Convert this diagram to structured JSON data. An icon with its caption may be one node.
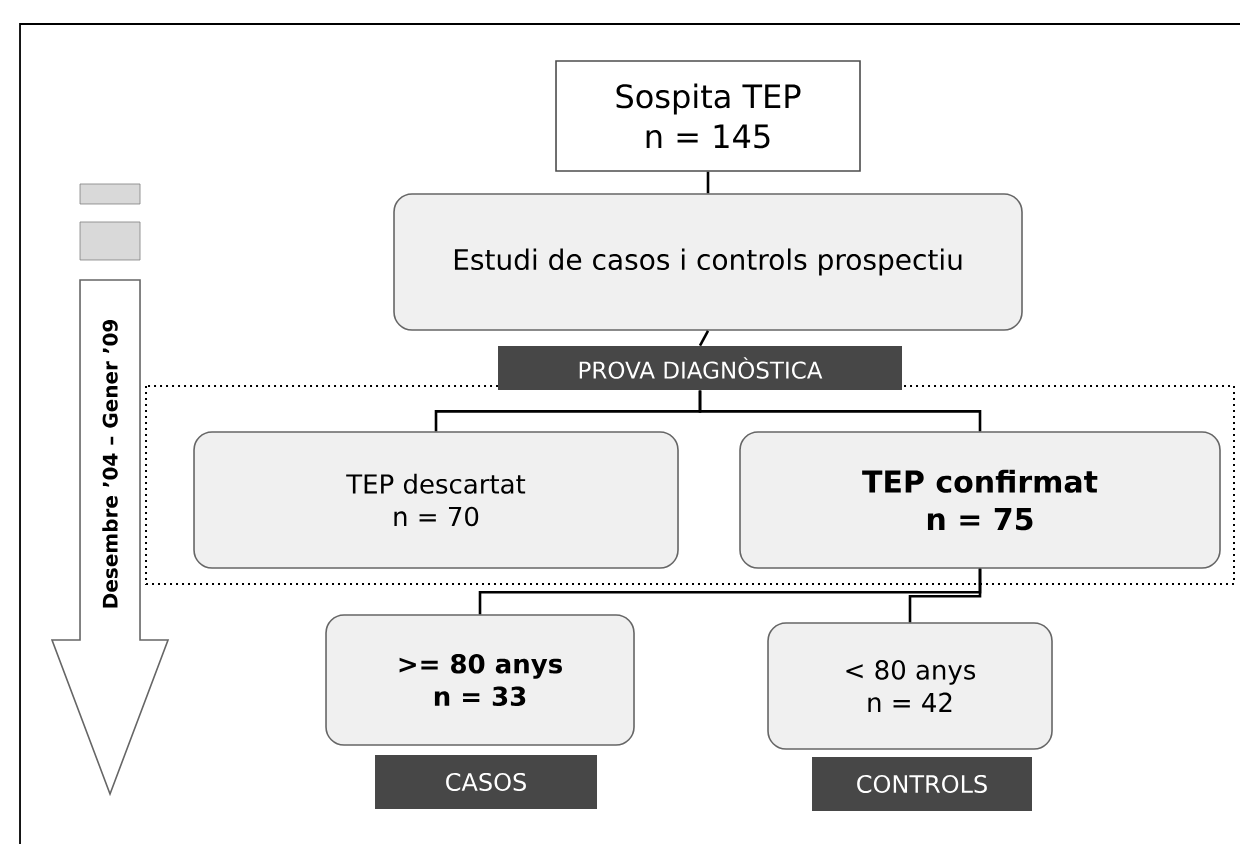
{
  "diagram": {
    "nodes": [
      {
        "text": [
          "Sospita TEP",
          "n = 145"
        ]
      },
      {
        "text": [
          "Estudi de casos i controls prospectiu"
        ]
      },
      {
        "text": [
          "PROVA DIAGNÒSTICA"
        ]
      },
      {
        "text": [
          "TEP descartat",
          "n = 70"
        ]
      },
      {
        "text": [
          "TEP confirmat",
          "n = 75"
        ]
      },
      {
        "text": [
          ">= 80 anys",
          "n = 33"
        ]
      },
      {
        "text": [
          "CASOS"
        ]
      },
      {
        "text": [
          "< 80 anys",
          "n = 42"
        ]
      },
      {
        "text": [
          "CONTROLS"
        ]
      },
      {
        "text": [
          "Desembre ’04 – Gener ’09"
        ]
      }
    ],
    "edges": [
      {
        "from": 0,
        "to": 1,
        "arrow": "none"
      },
      {
        "from": 1,
        "to": 2,
        "arrow": "none"
      },
      {
        "from": 2,
        "to": 3,
        "arrow": "none"
      },
      {
        "from": 2,
        "to": 4,
        "arrow": "none"
      },
      {
        "from": 4,
        "to": 5,
        "arrow": "none"
      },
      {
        "from": 4,
        "to": 7,
        "arrow": "none"
      }
    ]
  }
}
